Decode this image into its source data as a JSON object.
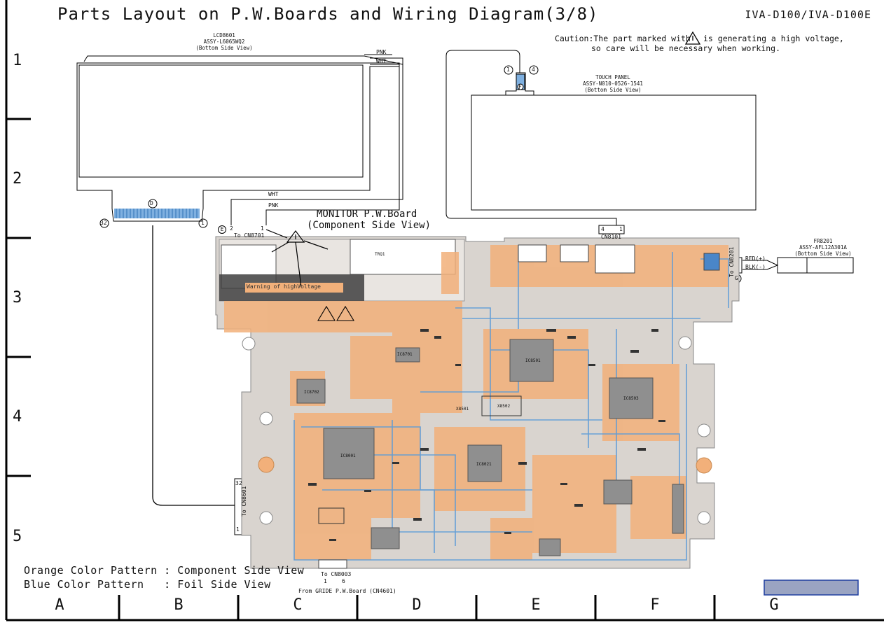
{
  "title": "Parts Layout on P.W.Boards and Wiring Diagram(3/8)",
  "model": "IVA-D100/IVA-D100E",
  "caution_line1_a": "Caution:The part marked with",
  "caution_line1_b": "is generating a high voltage,",
  "caution_line2": "so care will be necessary when working.",
  "lcd": {
    "label_line1": "LCD8601",
    "label_line2": "ASSY-L6065WQ2",
    "label_line3": "(Bottom Side View)",
    "connector_mark": "D",
    "pin_left": "32",
    "pin_right": "1"
  },
  "wires": {
    "pnk": "PNK",
    "wht": "WHT",
    "red": "RED(+)",
    "blk": "BLK(-)"
  },
  "touch_panel": {
    "label_line1": "TOUCH PANEL",
    "label_line2": "ASSY-N010-0526-1541",
    "label_line3": "(Bottom Side View)",
    "pin1": "1",
    "pin4": "4",
    "connector_mark": "F",
    "cn_pins_left": "4",
    "cn_pins_right": "1",
    "cn_label": "CN8101"
  },
  "monitor_board": {
    "title_line1": "MONITOR P.W.Board",
    "title_line2": "(Component Side View)",
    "to_cn8701": "To CN8701",
    "e_mark": "E",
    "cn_pin_left": "2",
    "cn_pin_right": "1",
    "warning": "Warning of highVoltage",
    "to_cn8601": "To CN8601",
    "cn8601_pin_top": "32",
    "cn8601_pin_bottom": "1",
    "to_cn8201": "To CN8201",
    "g_mark": "G",
    "to_cn8003": "To CN8003",
    "cn8003_left": "1",
    "cn8003_right": "6",
    "from_board": "From GRIDE P.W.Board (CN4601)",
    "ics": [
      "IC8001",
      "IC8021",
      "IC8701",
      "IC8501",
      "IC8503",
      "IC8702",
      "TRQ1",
      "X8501",
      "X8502"
    ]
  },
  "fr": {
    "label_line1": "FR8201",
    "label_line2": "ASSY-AFL12A301A",
    "label_line3": "(Bottom Side View)"
  },
  "legend_orange": "Orange Color Pattern : Component Side View",
  "legend_blue": "Blue Color Pattern   : Foil Side View",
  "rows": [
    "1",
    "2",
    "3",
    "4",
    "5"
  ],
  "columns": [
    "A",
    "B",
    "C",
    "D",
    "E",
    "F",
    "G"
  ],
  "colors": {
    "orange": "#f2b07a",
    "blue": "#5b9bd8",
    "board": "#d9d4cf",
    "box": "#9aa4c2"
  }
}
